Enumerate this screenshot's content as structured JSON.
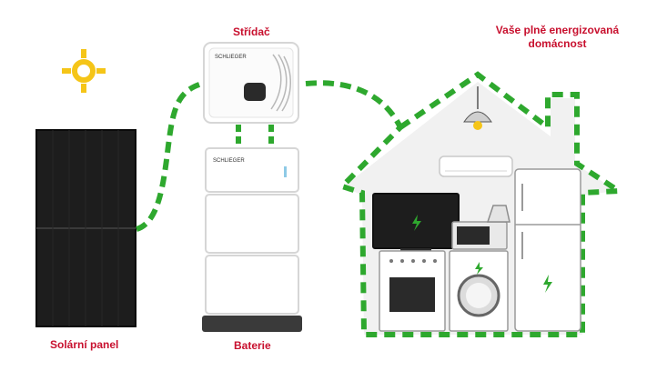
{
  "labels": {
    "inverter": "Střídač",
    "home_line1": "Vaše plně energizovaná",
    "home_line2": "domácnost",
    "solar": "Solární panel",
    "battery": "Baterie"
  },
  "brand": {
    "inverter": "SCHLIEGER",
    "battery": "SCHLIEGER"
  },
  "colors": {
    "accent": "#c8102e",
    "energy_path": "#2ea82e",
    "sun": "#f5c518",
    "house_fill": "#f1f1f1",
    "panel": "#1d1d1d"
  },
  "icons": [
    "sun-icon",
    "bolt-icon",
    "lamp-icon"
  ]
}
